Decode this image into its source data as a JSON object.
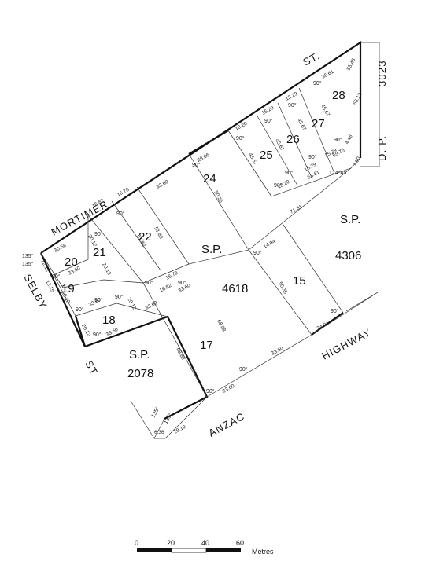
{
  "roads": {
    "mortimer": "MORTIMER",
    "st_top": "ST.",
    "selby": "SELBY",
    "st_left": "ST",
    "anzac": "ANZAC",
    "highway": "HIGHWAY"
  },
  "dp": {
    "label": "D. P.",
    "number": "3023"
  },
  "lots": {
    "l15": "15",
    "l17": "17",
    "l18": "18",
    "l19": "19",
    "l20": "20",
    "l21": "21",
    "l22": "22",
    "l24": "24",
    "l25": "25",
    "l26": "26",
    "l27": "27",
    "l28": "28"
  },
  "special_plans": {
    "sp4618": {
      "label": "S.P.",
      "number": "4618"
    },
    "sp4306": {
      "label": "S.P.",
      "number": "4306"
    },
    "sp2078": {
      "label": "S.P.",
      "number": "2078"
    }
  },
  "dimensions": {
    "d_3058": "30.58",
    "d_1682a": "16.82",
    "d_1678a": "16.78",
    "d_3360_top": "33.60",
    "d_2806": "28.06",
    "d_1820a": "18.20",
    "d_1529a": "15.29",
    "d_1529b": "15.29",
    "d_3661": "36.61",
    "d_5545": "55.45",
    "d_5512": "55.12",
    "d_4567a": "45.67",
    "d_4567b": "45.67",
    "d_4567c": "45.67",
    "d_4567d": "45.67",
    "d_5035a": "50.35",
    "d_5035b": "50.35",
    "d_1820b": "18.20",
    "d_1529c": "15.29",
    "d_1529d": "15.29",
    "d_5361": "53.61",
    "d_5975": "59.75",
    "d_448": "4.48",
    "d_790": "7.90",
    "d_7161": "71.61",
    "d_1494a": "14.94",
    "d_1494b": "24.94",
    "d_5182a": "51.82",
    "d_5182b": "51.82",
    "d_2012a": "20.12",
    "d_2012b": "20.12",
    "d_2012c": "20.12",
    "d_2012d": "20.12",
    "d_2012e": "20.12",
    "d_1682b": "16.82",
    "d_1678b": "16.78",
    "d_3360_a": "33.60",
    "d_3360_b": "33.60",
    "d_3360_c": "33.60",
    "d_3360_d": "33.60",
    "d_3360_e": "33.60",
    "d_3360_f": "33.60",
    "d_3360_g": "33.60",
    "d_1215": "12.15",
    "d_1212": "12.12",
    "d_6888a": "68.88",
    "d_6888b": "68.88",
    "d_2910": "29.10",
    "d_636": "6.36"
  },
  "angles": {
    "a90": "90°",
    "a135": "135°",
    "a12445": "124°45'"
  },
  "scale": {
    "ticks": [
      "0",
      "20",
      "40",
      "60"
    ],
    "unit": "Metres"
  }
}
